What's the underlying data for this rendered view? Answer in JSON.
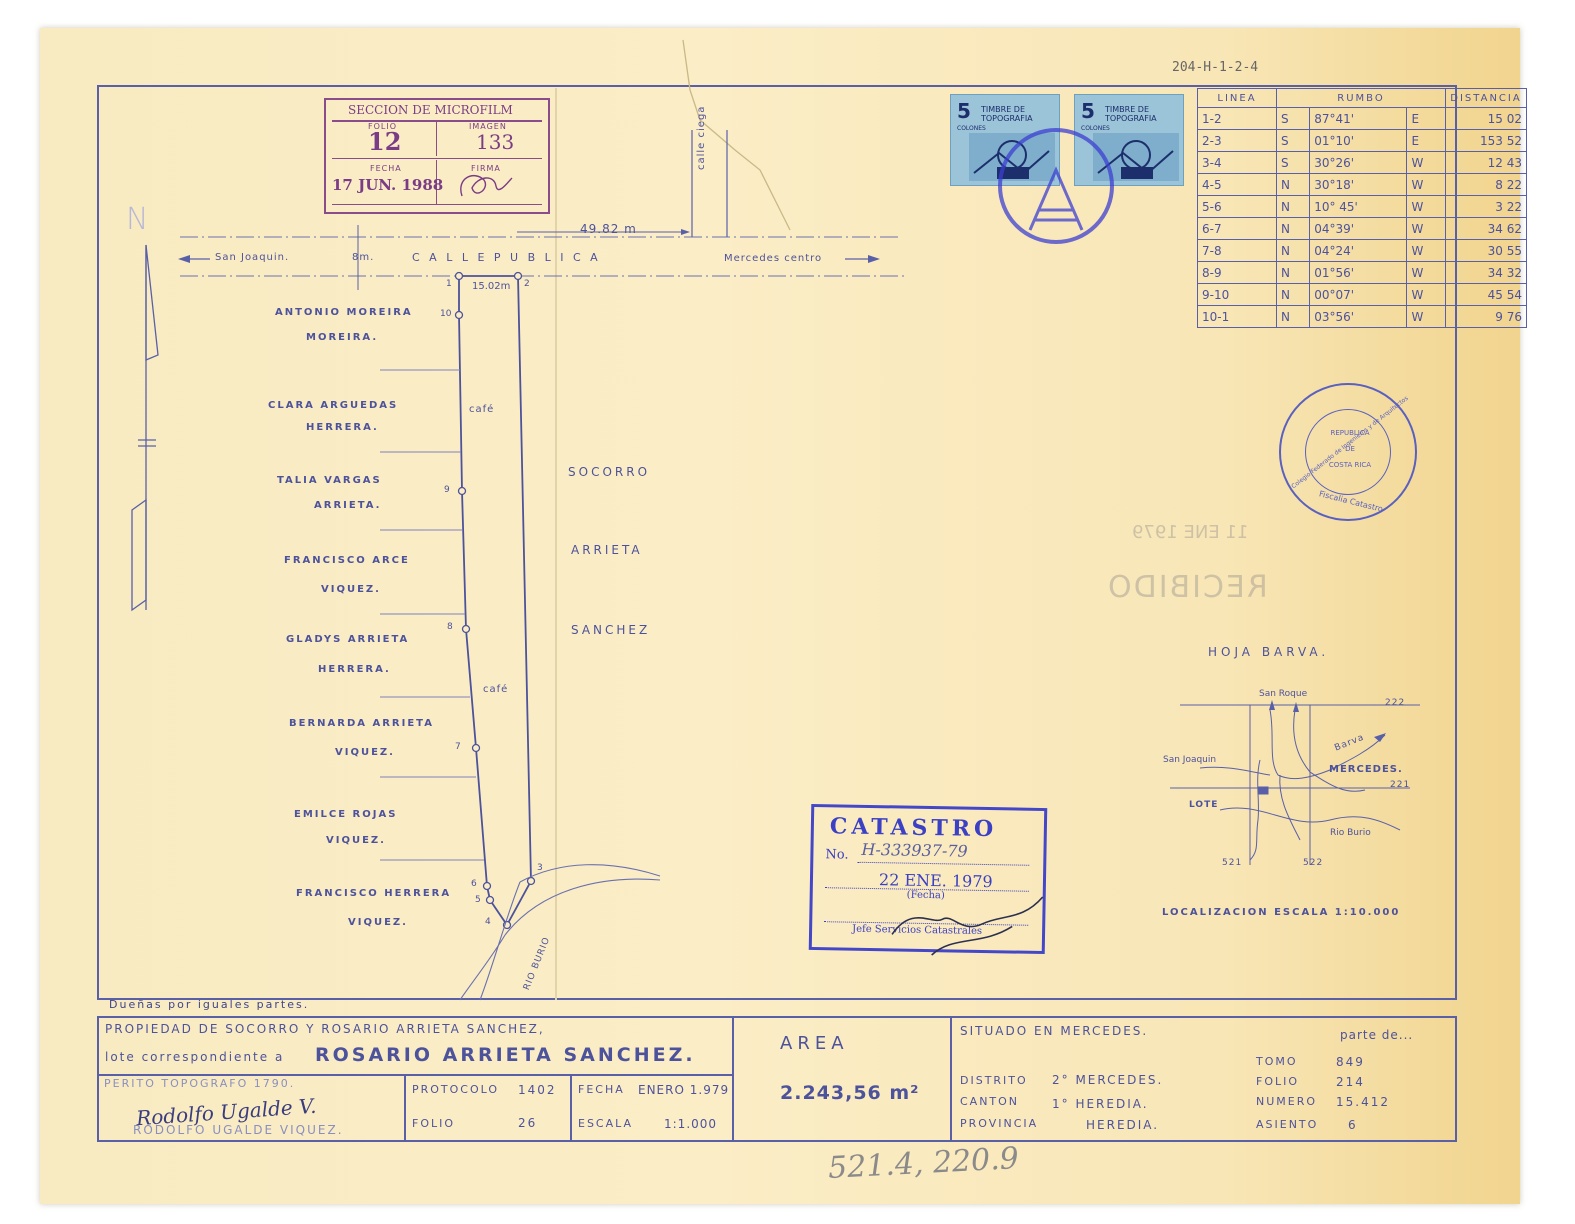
{
  "ref_code": "204-H-1-2-4",
  "microfilm": {
    "title": "SECCION DE MICROFILM",
    "folio_label": "FOLIO",
    "folio": "12",
    "imagen_label": "IMAGEN",
    "imagen": "133",
    "fecha_label": "FECHA",
    "fecha": "17 JUN. 1988",
    "firma_label": "FIRMA"
  },
  "street": {
    "left": "San Joaquin.",
    "width": "8m.",
    "name": "C A L L E   P U B L I C A",
    "right": "Mercedes centro",
    "distance": "49.82 m",
    "calle_ciega": "calle ciega",
    "frontage": "15.02m"
  },
  "north": "N",
  "vertices": [
    "1",
    "2",
    "3",
    "4",
    "5",
    "6",
    "7",
    "8",
    "9",
    "10"
  ],
  "neighbors": [
    {
      "l1": "ANTONIO MOREIRA",
      "l2": "MOREIRA."
    },
    {
      "l1": "CLARA ARGUEDAS",
      "l2": "HERRERA."
    },
    {
      "l1": "TALIA VARGAS",
      "l2": "ARRIETA."
    },
    {
      "l1": "FRANCISCO ARCE",
      "l2": "VIQUEZ."
    },
    {
      "l1": "GLADYS ARRIETA",
      "l2": "HERRERA."
    },
    {
      "l1": "BERNARDA ARRIETA",
      "l2": "VIQUEZ."
    },
    {
      "l1": "EMILCE ROJAS",
      "l2": "VIQUEZ."
    },
    {
      "l1": "FRANCISCO HERRERA",
      "l2": "VIQUEZ."
    }
  ],
  "cafe": "café",
  "east_owner": [
    "SOCORRO",
    "ARRIETA",
    "SANCHEZ"
  ],
  "river": "RIO BURIO",
  "owners_note": "Dueñas por iguales partes.",
  "rumbo_table": {
    "headers": [
      "LINEA",
      "RUMBO",
      "DISTANCIA"
    ],
    "rows": [
      [
        "1-2",
        "S",
        "87°41'",
        "E",
        "15 02"
      ],
      [
        "2-3",
        "S",
        "01°10'",
        "E",
        "153 52"
      ],
      [
        "3-4",
        "S",
        "30°26'",
        "W",
        "12 43"
      ],
      [
        "4-5",
        "N",
        "30°18'",
        "W",
        "8 22"
      ],
      [
        "5-6",
        "N",
        "10° 45'",
        "W",
        "3 22"
      ],
      [
        "6-7",
        "N",
        "04°39'",
        "W",
        "34 62"
      ],
      [
        "7-8",
        "N",
        "04°24'",
        "W",
        "30 55"
      ],
      [
        "8-9",
        "N",
        "01°56'",
        "W",
        "34 32"
      ],
      [
        "9-10",
        "N",
        "00°07'",
        "W",
        "45 54"
      ],
      [
        "10-1",
        "N",
        "03°56'",
        "W",
        "9 76"
      ]
    ]
  },
  "timbres": [
    {
      "value": "5",
      "text": "TIMBRE DE TOPOGRAFIA",
      "unit": "COLONES"
    },
    {
      "value": "5",
      "text": "TIMBRE DE TOPOGRAFIA",
      "unit": "COLONES"
    }
  ],
  "seal_colegio": {
    "ring": "Colegio Federado de Ingenieros y de Arquitectos",
    "bottom": "Fiscalia Catastro",
    "center": [
      "REPUBLICA",
      "DE",
      "COSTA RICA"
    ]
  },
  "faded_stamp": {
    "recibido": "RECIBIDO",
    "date": "11 ENE 1979"
  },
  "location_map": {
    "title": "HOJA BARVA.",
    "san_roque": "San Roque",
    "barva": "Barva",
    "san_joaquin": "San Joaquin",
    "mercedes": "MERCEDES.",
    "lote": "LOTE",
    "rio": "Rio Burio",
    "n222": "222",
    "n221": "221",
    "n521": "521",
    "n522": "522",
    "scale": "LOCALIZACION ESCALA 1:10.000"
  },
  "catastro": {
    "title": "CATASTRO",
    "no_label": "No.",
    "number": "H-333937-79",
    "date": "22 ENE. 1979",
    "fecha_label": "(Fecha)",
    "jefe": "Jefe Servicios Catastrales"
  },
  "title_block": {
    "propiedad": "PROPIEDAD DE SOCORRO Y ROSARIO ARRIETA SANCHEZ,",
    "lote_prefix": "lote correspondiente a",
    "lote_name": "ROSARIO ARRIETA SANCHEZ.",
    "perito": "PERITO TOPOGRAFO 1790.",
    "perito_name": "RODOLFO UGALDE VIQUEZ.",
    "signature": "Rodolfo Ugalde V.",
    "protocolo_label": "PROTOCOLO",
    "protocolo": "1402",
    "folio_label": "FOLIO",
    "folio": "26",
    "fecha_label": "FECHA",
    "fecha": "ENERO 1.979",
    "escala_label": "ESCALA",
    "escala": "1:1.000",
    "area_label": "AREA",
    "area": "2.243,56 m²",
    "situado": "SITUADO EN MERCEDES.",
    "parte_de": "parte de...",
    "distrito_label": "DISTRITO",
    "distrito": "2° MERCEDES.",
    "canton_label": "CANTON",
    "canton": "1° HEREDIA.",
    "provincia_label": "PROVINCIA",
    "provincia": "HEREDIA.",
    "tomo_label": "TOMO",
    "tomo": "849",
    "folio2_label": "FOLIO",
    "folio2": "214",
    "numero_label": "NUMERO",
    "numero": "15.412",
    "asiento_label": "ASIENTO",
    "asiento": "6"
  },
  "bottom_pencil": "521.4, 220.9",
  "colors": {
    "ink": "#4d529c",
    "paper": "#f8ebc2",
    "stamp_purple": "#7a3c86",
    "stamp_blue": "#3b40c4"
  }
}
